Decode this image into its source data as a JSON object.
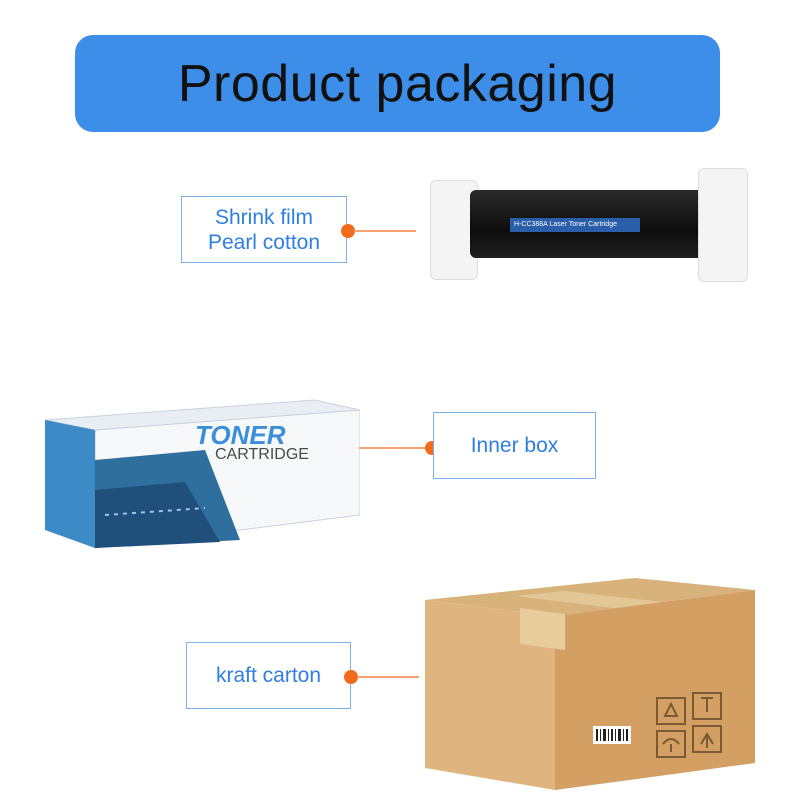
{
  "header": {
    "title": "Product packaging"
  },
  "items": {
    "shrink": {
      "line1": "Shrink film",
      "line2": "Pearl cotton"
    },
    "inner": {
      "label": "Inner box"
    },
    "carton": {
      "label": "kraft carton"
    }
  },
  "box_art": {
    "word1": "TONER",
    "word2": "CARTRIDGE",
    "strip_text": "H-CC388A  Laser Toner Cartridge"
  },
  "colors": {
    "banner": "#3d8ee8",
    "label_text": "#2e7fe0",
    "dot": "#f26a1b",
    "border": "#7fb0e8"
  }
}
